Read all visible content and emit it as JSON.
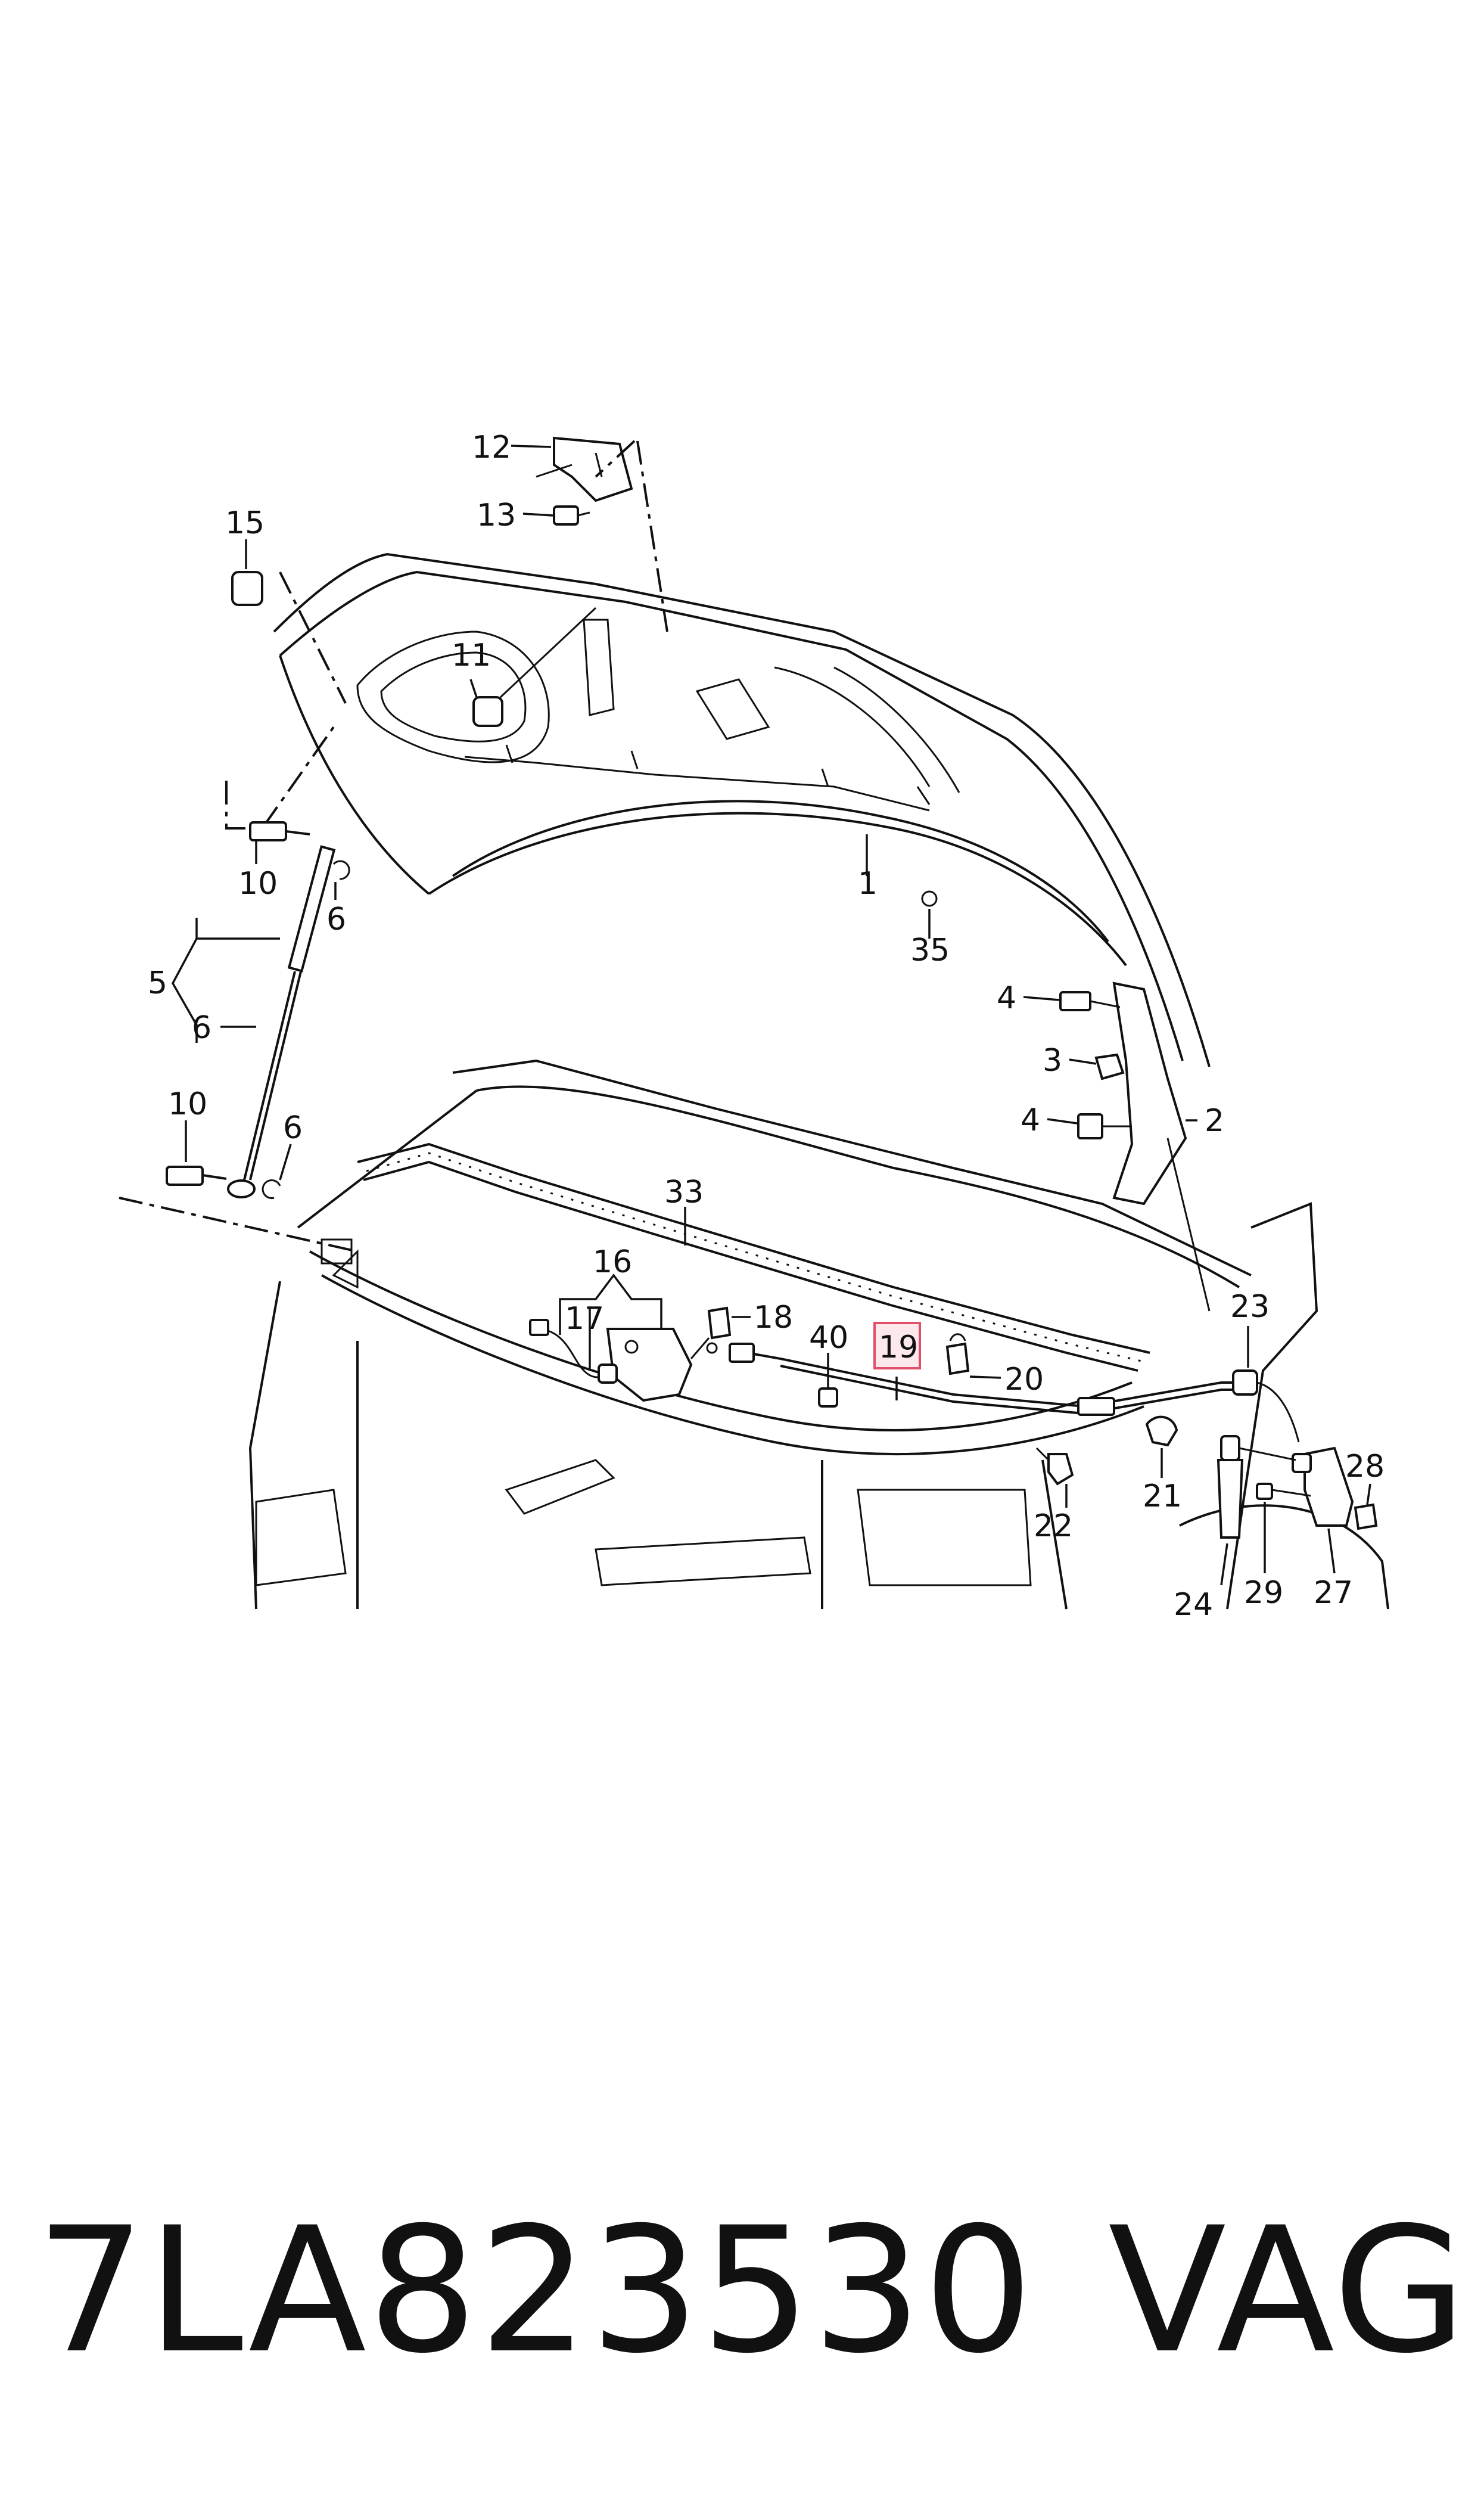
{
  "callouts": [
    {
      "id": "c12",
      "text": "12"
    },
    {
      "id": "c13",
      "text": "13"
    },
    {
      "id": "c15",
      "text": "15"
    },
    {
      "id": "c11",
      "text": "11"
    },
    {
      "id": "c10a",
      "text": "10"
    },
    {
      "id": "c6a",
      "text": "6"
    },
    {
      "id": "c5",
      "text": "5"
    },
    {
      "id": "c6b",
      "text": "6"
    },
    {
      "id": "c10b",
      "text": "10"
    },
    {
      "id": "c6c",
      "text": "6"
    },
    {
      "id": "c1",
      "text": "1"
    },
    {
      "id": "c35",
      "text": "35"
    },
    {
      "id": "c4a",
      "text": "4"
    },
    {
      "id": "c3",
      "text": "3"
    },
    {
      "id": "c4b",
      "text": "4"
    },
    {
      "id": "c2",
      "text": "2"
    },
    {
      "id": "c33",
      "text": "33"
    },
    {
      "id": "c16",
      "text": "16"
    },
    {
      "id": "c17",
      "text": "17"
    },
    {
      "id": "c18",
      "text": "18"
    },
    {
      "id": "c40",
      "text": "40"
    },
    {
      "id": "c19",
      "text": "19"
    },
    {
      "id": "c20",
      "text": "20"
    },
    {
      "id": "c23",
      "text": "23"
    },
    {
      "id": "c21",
      "text": "21"
    },
    {
      "id": "c22",
      "text": "22"
    },
    {
      "id": "c24",
      "text": "24"
    },
    {
      "id": "c28",
      "text": "28"
    },
    {
      "id": "c29",
      "text": "29"
    },
    {
      "id": "c27",
      "text": "27"
    }
  ],
  "highlight": {
    "label": "19",
    "color": "#e0506a",
    "fill": "#fde8ec"
  },
  "caption": {
    "part_number": "7LA823530",
    "brand": "VAG"
  }
}
